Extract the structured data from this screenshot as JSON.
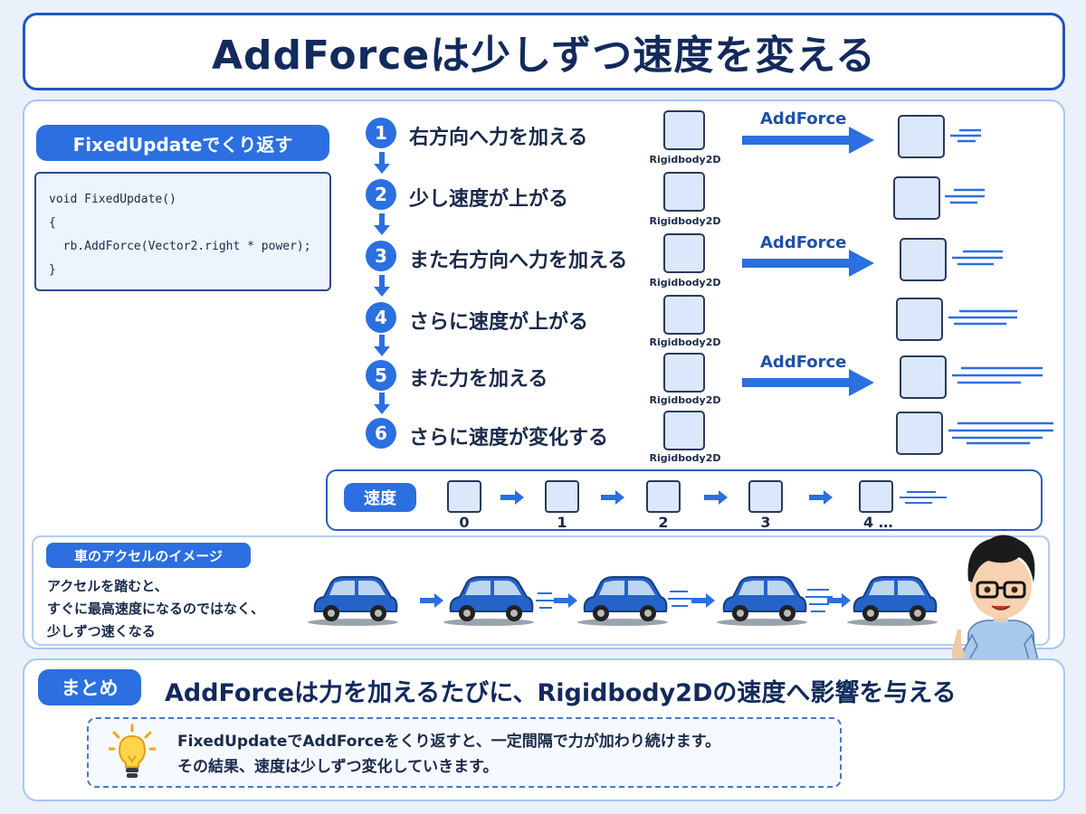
{
  "title": "AddForceは少しずつ速度を変える",
  "fixed_update_label": "FixedUpdateでくり返す",
  "code": [
    "void FixedUpdate()",
    "{",
    "  rb.AddForce(Vector2.right * power);",
    "}"
  ],
  "steps": [
    {
      "num": "1",
      "text": "右方向へ力を加える"
    },
    {
      "num": "2",
      "text": "少し速度が上がる"
    },
    {
      "num": "3",
      "text": "また右方向へ力を加える"
    },
    {
      "num": "4",
      "text": "さらに速度が上がる"
    },
    {
      "num": "5",
      "text": "また力を加える"
    },
    {
      "num": "6",
      "text": "さらに速度が変化する"
    }
  ],
  "rigidbody_label": "Rigidbody2D",
  "addforce_label": "AddForce",
  "speed": {
    "label": "速度",
    "values": [
      "0",
      "1",
      "2",
      "3",
      "4 …"
    ]
  },
  "car": {
    "label": "車のアクセルのイメージ",
    "desc": [
      "アクセルを踏むと、",
      "すぐに最高速度になるのではなく、",
      "少しずつ速くなる"
    ],
    "color": "#2563c9"
  },
  "summary": {
    "label": "まとめ",
    "headline": "AddForceは力を加えるたびに、Rigidbody2Dの速度へ影響を与える",
    "tip": [
      "FixedUpdateでAddForceをくり返すと、一定間隔で力が加わり続けます。",
      "その結果、速度は少しずつ変化していきます。"
    ],
    "icon": "lightbulb-icon"
  },
  "colors": {
    "accent": "#2b6fe0",
    "title": "#122a5c",
    "border": "#1f55c4"
  }
}
